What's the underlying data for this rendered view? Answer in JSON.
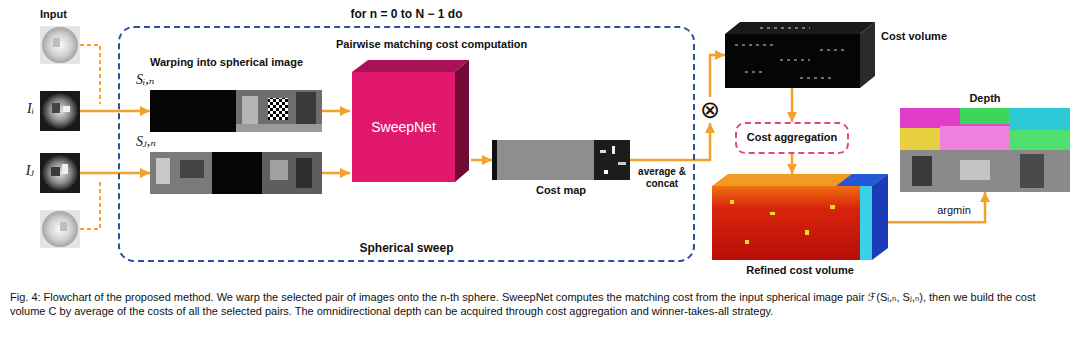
{
  "diagram": {
    "caption": "Fig. 4: Flowchart of the proposed method. We warp the selected pair of images onto the n-th sphere. SweepNet computes the matching cost from the input spherical image pair ℱ(Sᵢ,ₙ, Sⱼ,ₙ), then we build the cost volume C by average of the costs of all the selected pairs. The omnidirectional depth can be acquired through cost aggregation and winner-takes-all strategy.",
    "nodes": [
      {
        "text": [
          "for n = 0 to N − 1 do",
          "Spherical sweep"
        ]
      },
      {
        "text": [
          "Iᵢ"
        ]
      },
      {
        "text": [
          "Iⱼ"
        ]
      },
      {
        "text": [
          "Sᵢ,ₙ"
        ],
        "in": 0
      },
      {
        "text": [
          "Sⱼ,ₙ"
        ],
        "in": 0
      },
      {
        "text": [
          "SweepNet"
        ],
        "in": 0
      },
      {
        "text": [
          "Cost map"
        ],
        "in": 0
      },
      {
        "text": [
          "⊗"
        ]
      },
      {
        "text": [
          "Cost volume"
        ]
      },
      {
        "text": [
          "Cost aggregation"
        ]
      },
      {
        "text": [
          "Refined cost volume"
        ]
      },
      {
        "text": [
          "Depth"
        ]
      }
    ],
    "edges": [
      {
        "from": 1,
        "to": 3,
        "arrow": "to"
      },
      {
        "from": 2,
        "to": 4,
        "arrow": "to"
      },
      {
        "from": 3,
        "to": 5,
        "arrow": "to"
      },
      {
        "from": 4,
        "to": 5,
        "arrow": "to"
      },
      {
        "from": 5,
        "to": 6,
        "arrow": "to"
      },
      {
        "from": 6,
        "to": 7,
        "label": "average & concat",
        "arrow": "to"
      },
      {
        "from": 7,
        "to": 8,
        "arrow": "to"
      },
      {
        "from": 8,
        "to": 9,
        "arrow": "to"
      },
      {
        "from": 9,
        "to": 10,
        "arrow": "to"
      },
      {
        "from": 10,
        "to": 11,
        "label": "argmin",
        "arrow": "to"
      }
    ],
    "labels": [
      "Input",
      "Warping into spherical image",
      "Pairwise matching cost computation"
    ]
  }
}
